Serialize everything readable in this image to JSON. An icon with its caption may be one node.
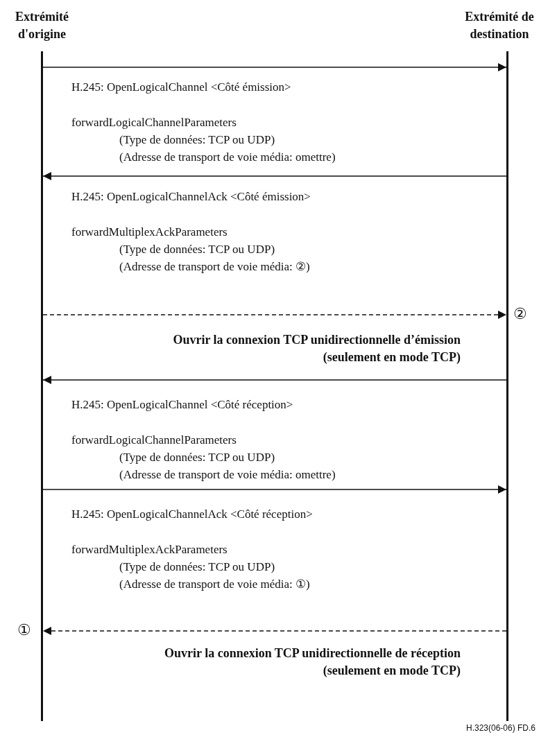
{
  "diagram": {
    "nodes": [
      {
        "text": [],
        "shape": "bar"
      },
      {
        "text": [],
        "shape": "bar"
      }
    ],
    "edges": [
      {
        "from": 0,
        "to": 1,
        "arrow": "to"
      },
      {
        "from": 1,
        "to": 0,
        "arrow": "to"
      },
      {
        "from": 0,
        "to": 1,
        "arrow": "to",
        "style": "dashed"
      },
      {
        "from": 1,
        "to": 0,
        "arrow": "to"
      },
      {
        "from": 0,
        "to": 1,
        "arrow": "to"
      },
      {
        "from": 1,
        "to": 0,
        "arrow": "to",
        "style": "dashed"
      }
    ],
    "labels": [
      "Extrémité d'origine",
      "Extrémité de destination",
      "H.245: OpenLogicalChannel <Côté émission>",
      "forwardLogicalChannelParameters",
      "(Type de données: TCP ou UDP)",
      "(Adresse de transport de voie média: omettre)",
      "H.245: OpenLogicalChannelAck <Côté émission>",
      "forwardMultiplexAckParameters",
      "(Type de données: TCP ou UDP)",
      "(Adresse de transport de voie média: ②)",
      "②",
      "Ouvrir la connexion TCP unidirectionnelle d’émission (seulement en mode TCP)",
      "H.245: OpenLogicalChannel <Côté réception>",
      "forwardLogicalChannelParameters",
      "(Type de données: TCP ou UDP)",
      "(Adresse de transport de voie média: omettre)",
      "H.245: OpenLogicalChannelAck <Côté réception>",
      "forwardMultiplexAckParameters",
      "(Type de données: TCP ou UDP)",
      "(Adresse de transport de voie média: ①)",
      "①",
      "Ouvrir la connexion TCP unidirectionnelle de réception (seulement en mode TCP)",
      "H.323(06-06) FD.6"
    ]
  }
}
